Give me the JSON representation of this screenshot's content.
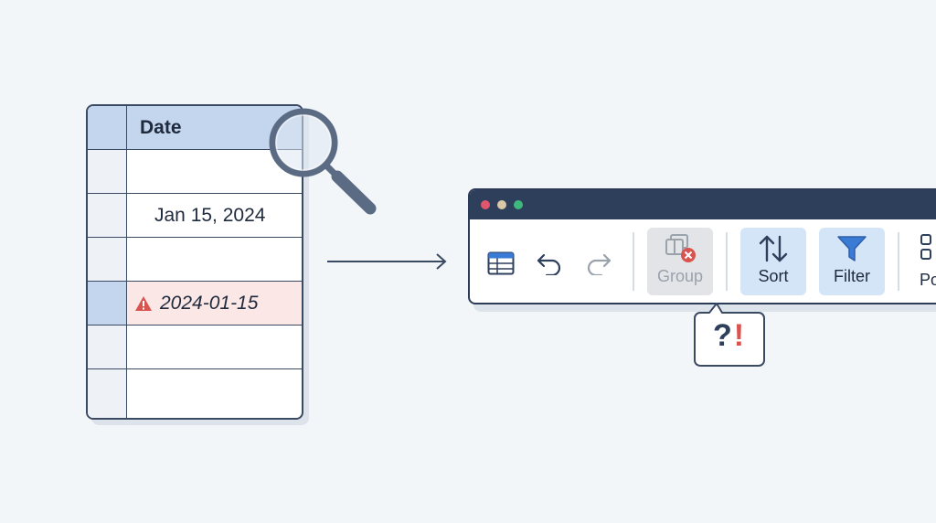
{
  "sheet": {
    "header": "Date",
    "rows": [
      "",
      "Jan 15, 2024",
      "",
      "2024-01-15",
      "",
      ""
    ],
    "error_row_index": 3
  },
  "window": {
    "traffic_lights": [
      "#e0566d",
      "#d9c7a7",
      "#3fb77d"
    ],
    "toolbar": {
      "table_icon": "table-icon",
      "undo_icon": "undo-icon",
      "redo_icon": "redo-icon",
      "group_label": "Group",
      "group_state": "disabled",
      "sort_label": "Sort",
      "filter_label": "Filter",
      "more_label": "Po"
    }
  },
  "tooltip": {
    "question": "?",
    "exclaim": "!"
  },
  "colors": {
    "accent": "#c4d6ee",
    "error_fill": "#fbe7e6",
    "warning": "#d9534f",
    "button_active": "#d5e5f8",
    "button_disabled": "#e2e4e7",
    "titlebar": "#2e3f5c"
  }
}
